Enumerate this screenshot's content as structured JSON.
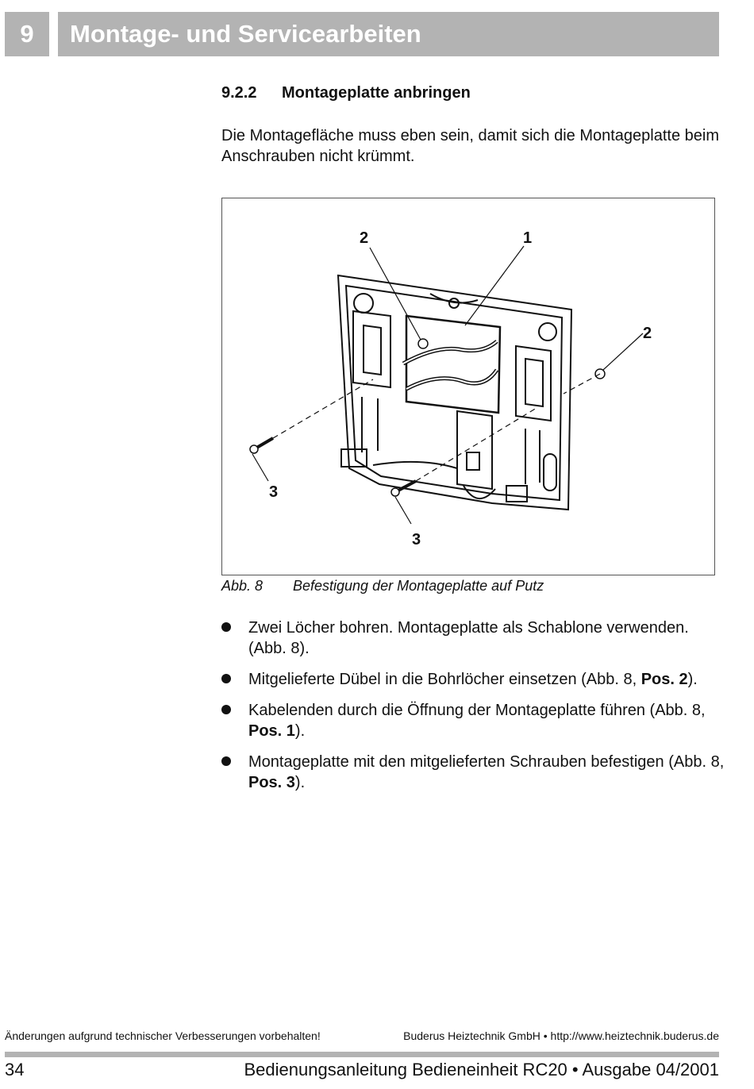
{
  "header": {
    "chapter_number": "9",
    "chapter_title": "Montage- und Servicearbeiten"
  },
  "section": {
    "number": "9.2.2",
    "title": "Montageplatte anbringen"
  },
  "intro_text": "Die Montagefläche muss eben sein, damit sich die Montageplatte beim Anschrauben nicht krümmt.",
  "figure": {
    "callouts": {
      "top_left": "2",
      "top_right": "1",
      "right": "2",
      "left": "3",
      "bottom": "3"
    },
    "caption_label": "Abb. 8",
    "caption_text": "Befestigung der Montageplatte auf Putz"
  },
  "steps": [
    {
      "text": "Zwei Löcher bohren. Montageplatte als Schablone verwenden. (Abb. 8).",
      "bold": "",
      "after": ""
    },
    {
      "text": "Mitgelieferte Dübel in die Bohrlöcher einsetzen (Abb. 8, ",
      "bold": "Pos. 2",
      "after": ")."
    },
    {
      "text": "Kabelenden durch die Öffnung der Montageplatte führen (Abb. 8, ",
      "bold": "Pos. 1",
      "after": ")."
    },
    {
      "text": "Montageplatte mit den mitgelieferten Schrauben befestigen (Abb. 8, ",
      "bold": "Pos. 3",
      "after": ")."
    }
  ],
  "footer": {
    "note": "Änderungen aufgrund technischer Verbesserungen vorbehalten!",
    "company": "Buderus Heiztechnik GmbH • http://www.heiztechnik.buderus.de",
    "page_number": "34",
    "document_title": "Bedienungsanleitung Bedieneinheit RC20 • Ausgabe 04/2001"
  }
}
